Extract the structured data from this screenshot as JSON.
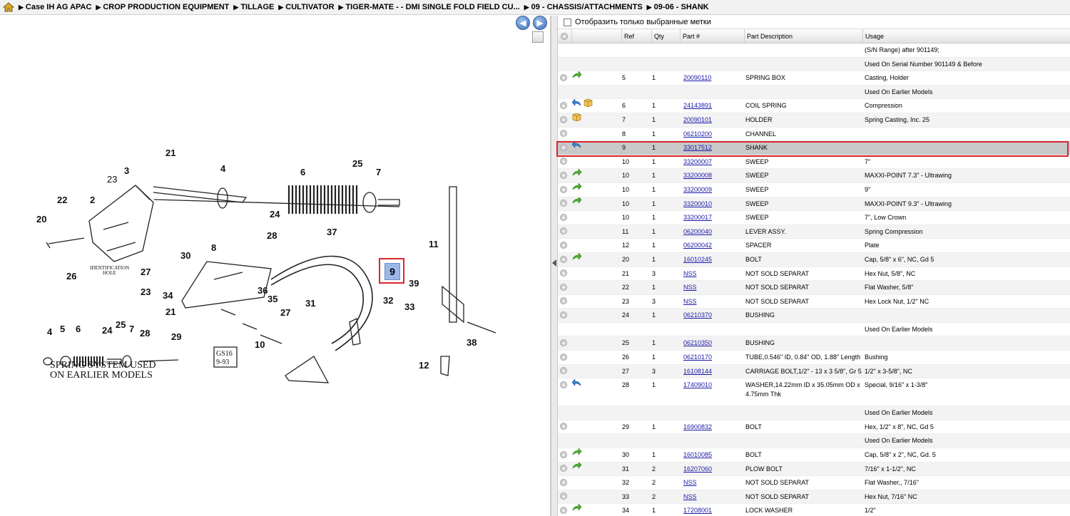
{
  "breadcrumb": {
    "items": [
      "Case IH AG APAC",
      "CROP PRODUCTION EQUIPMENT",
      "TILLAGE",
      "CULTIVATOR",
      "TIGER-MATE - - DMI SINGLE FOLD FIELD CU...",
      "09 - CHASSIS/ATTACHMENTS",
      "09-06 - SHANK"
    ]
  },
  "diagram": {
    "callout_label": "9",
    "nav_prev": "◀",
    "nav_next": "▶",
    "labels": {
      "l21a": "21",
      "l4a": "4",
      "l6a": "6",
      "l25a": "25",
      "l7a": "7",
      "l3": "3",
      "l23a": "23",
      "l22": "22",
      "l2": "2",
      "l20": "20",
      "l24a": "24",
      "l28a": "28",
      "l37": "37",
      "l26": "26",
      "l27a": "27",
      "l30": "30",
      "l8": "8",
      "l23b": "23",
      "l34": "34",
      "l36": "36",
      "l35": "35",
      "l21b": "21",
      "l27b": "27",
      "l31": "31",
      "l32": "32",
      "l33": "33",
      "l39": "39",
      "l11": "11",
      "l38": "38",
      "l10": "10",
      "l12": "12",
      "l4b": "4",
      "l5": "5",
      "l6b": "6",
      "l24b": "24",
      "l25b": "25",
      "l7b": "7",
      "l28b": "28",
      "l29": "29"
    },
    "identification_hole": [
      "IDENTIFICATION",
      "HOLE"
    ],
    "spring_caption": [
      "SPRING SYSTEM USED",
      "ON EARLIER MODELS"
    ],
    "stamp": [
      "GS16",
      "9-93"
    ]
  },
  "filter": {
    "label": "Отобразить только выбранные метки"
  },
  "table": {
    "headers": {
      "ref": "Ref",
      "qty": "Qty",
      "part": "Part #",
      "desc": "Part Description",
      "usage": "Usage"
    },
    "rows": [
      {
        "plus": false,
        "icons": [],
        "ref": "",
        "qty": "",
        "part": "",
        "desc": "",
        "usage": "(S/N Range) after 901149;"
      },
      {
        "plus": false,
        "icons": [],
        "ref": "",
        "qty": "",
        "part": "",
        "desc": "",
        "usage": "Used On Serial Number 901149 & Before"
      },
      {
        "plus": true,
        "icons": [
          "green-arrow"
        ],
        "ref": "5",
        "qty": "1",
        "part": "20090110",
        "desc": "SPRING BOX",
        "usage": "Casting, Holder"
      },
      {
        "plus": false,
        "icons": [],
        "ref": "",
        "qty": "",
        "part": "",
        "desc": "",
        "usage": "Used On Earlier Models"
      },
      {
        "plus": true,
        "icons": [
          "blue-arrow",
          "box"
        ],
        "ref": "6",
        "qty": "1",
        "part": "24143891",
        "desc": "COIL SPRING",
        "usage": "Compression"
      },
      {
        "plus": true,
        "icons": [
          "box"
        ],
        "ref": "7",
        "qty": "1",
        "part": "20090101",
        "desc": "HOLDER",
        "usage": "Spring Casting, Inc. 25"
      },
      {
        "plus": true,
        "icons": [],
        "ref": "8",
        "qty": "1",
        "part": "06210200",
        "desc": "CHANNEL",
        "usage": ""
      },
      {
        "plus": true,
        "icons": [
          "blue-arrow"
        ],
        "ref": "9",
        "qty": "1",
        "part": "33017512",
        "desc": "SHANK",
        "usage": "",
        "selected": true
      },
      {
        "plus": true,
        "icons": [],
        "ref": "10",
        "qty": "1",
        "part": "33200007",
        "desc": "SWEEP",
        "usage": "7\""
      },
      {
        "plus": true,
        "icons": [
          "green-arrow"
        ],
        "ref": "10",
        "qty": "1",
        "part": "33200008",
        "desc": "SWEEP",
        "usage": "MAXXI-POINT 7.3\" - Ultrawing"
      },
      {
        "plus": true,
        "icons": [
          "green-arrow"
        ],
        "ref": "10",
        "qty": "1",
        "part": "33200009",
        "desc": "SWEEP",
        "usage": "9\""
      },
      {
        "plus": true,
        "icons": [
          "green-arrow"
        ],
        "ref": "10",
        "qty": "1",
        "part": "33200010",
        "desc": "SWEEP",
        "usage": "MAXXI-POINT 9.3\" - Ultrawing"
      },
      {
        "plus": true,
        "icons": [],
        "ref": "10",
        "qty": "1",
        "part": "33200017",
        "desc": "SWEEP",
        "usage": "7\", Low Crown"
      },
      {
        "plus": true,
        "icons": [],
        "ref": "11",
        "qty": "1",
        "part": "06200040",
        "desc": "LEVER ASSY.",
        "usage": "Spring Compression"
      },
      {
        "plus": true,
        "icons": [],
        "ref": "12",
        "qty": "1",
        "part": "06200042",
        "desc": "SPACER",
        "usage": "Plate"
      },
      {
        "plus": true,
        "icons": [
          "green-arrow"
        ],
        "ref": "20",
        "qty": "1",
        "part": "16010245",
        "desc": "BOLT",
        "usage": "Cap, 5/8\" x 6\", NC, Gd 5"
      },
      {
        "plus": true,
        "icons": [],
        "ref": "21",
        "qty": "3",
        "part": "NSS",
        "desc": "NOT SOLD SEPARAT",
        "usage": "Hex Nut, 5/8\", NC"
      },
      {
        "plus": true,
        "icons": [],
        "ref": "22",
        "qty": "1",
        "part": "NSS",
        "desc": "NOT SOLD SEPARAT",
        "usage": "Flat Washer, 5/8\""
      },
      {
        "plus": true,
        "icons": [],
        "ref": "23",
        "qty": "3",
        "part": "NSS",
        "desc": "NOT SOLD SEPARAT",
        "usage": "Hex Lock Nut, 1/2\" NC"
      },
      {
        "plus": true,
        "icons": [],
        "ref": "24",
        "qty": "1",
        "part": "06210370",
        "desc": "BUSHING",
        "usage": ""
      },
      {
        "plus": false,
        "icons": [],
        "ref": "",
        "qty": "",
        "part": "",
        "desc": "",
        "usage": "Used On Earlier Models"
      },
      {
        "plus": true,
        "icons": [],
        "ref": "25",
        "qty": "1",
        "part": "06210350",
        "desc": "BUSHING",
        "usage": ""
      },
      {
        "plus": true,
        "icons": [],
        "ref": "26",
        "qty": "1",
        "part": "06210170",
        "desc": "TUBE,0.546\" ID, 0.84\" OD, 1.88\" Length",
        "usage": "Bushing"
      },
      {
        "plus": true,
        "icons": [],
        "ref": "27",
        "qty": "3",
        "part": "16108144",
        "desc": "CARRIAGE BOLT,1/2\" - 13 x 3 5/8\", Gr 5",
        "usage": "1/2\" x 3-5/8\", NC"
      },
      {
        "plus": true,
        "icons": [
          "blue-arrow"
        ],
        "ref": "28",
        "qty": "1",
        "part": "17409010",
        "desc": "WASHER,14.22mm ID x 35.05mm OD x 4.75mm Thk",
        "usage": "Special, 9/16\" x 1-3/8\"",
        "tall": true
      },
      {
        "plus": false,
        "icons": [],
        "ref": "",
        "qty": "",
        "part": "",
        "desc": "",
        "usage": "Used On Earlier Models"
      },
      {
        "plus": true,
        "icons": [],
        "ref": "29",
        "qty": "1",
        "part": "16900832",
        "desc": "BOLT",
        "usage": "Hex, 1/2\" x 8\", NC, Gd 5"
      },
      {
        "plus": false,
        "icons": [],
        "ref": "",
        "qty": "",
        "part": "",
        "desc": "",
        "usage": "Used On Earlier Models"
      },
      {
        "plus": true,
        "icons": [
          "green-arrow"
        ],
        "ref": "30",
        "qty": "1",
        "part": "16010085",
        "desc": "BOLT",
        "usage": "Cap, 5/8\" x 2\", NC, Gd. 5"
      },
      {
        "plus": true,
        "icons": [
          "green-arrow"
        ],
        "ref": "31",
        "qty": "2",
        "part": "16207060",
        "desc": "PLOW BOLT",
        "usage": "7/16\" x 1-1/2\", NC"
      },
      {
        "plus": true,
        "icons": [],
        "ref": "32",
        "qty": "2",
        "part": "NSS",
        "desc": "NOT SOLD SEPARAT",
        "usage": "Flat Washer,, 7/16\""
      },
      {
        "plus": true,
        "icons": [],
        "ref": "33",
        "qty": "2",
        "part": "NSS",
        "desc": "NOT SOLD SEPARAT",
        "usage": "Hex Nut, 7/16\" NC"
      },
      {
        "plus": true,
        "icons": [
          "green-arrow"
        ],
        "ref": "34",
        "qty": "1",
        "part": "17208001",
        "desc": "LOCK WASHER",
        "usage": "1/2\""
      }
    ]
  }
}
